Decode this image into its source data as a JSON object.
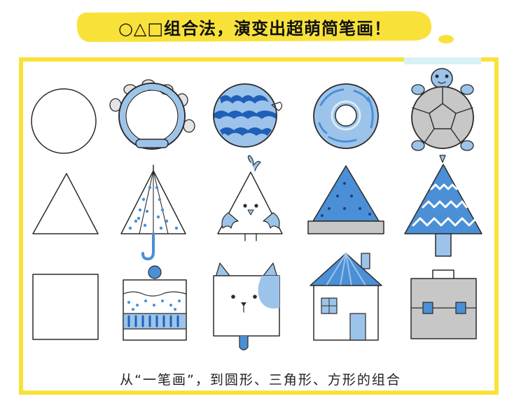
{
  "header": {
    "title": "○△□组合法，演变出超萌简笔画！"
  },
  "caption": "从“一笔画”，到圆形、三角形、方形的组合",
  "colors": {
    "banner": "#f8e23a",
    "frame": "#f8e23a",
    "blue_light": "#9cc4ea",
    "blue_mid": "#4b8fd6",
    "blue_dark": "#1f5fb8",
    "gray": "#c7c7c7",
    "outline": "#2b2b2b"
  },
  "rows": [
    {
      "shape": "circle",
      "drawings": [
        "circle-outline-icon",
        "tambourine-icon",
        "watermelon-ball-icon",
        "donut-icon",
        "turtle-icon"
      ]
    },
    {
      "shape": "triangle",
      "drawings": [
        "triangle-outline-icon",
        "umbrella-icon",
        "bird-icon",
        "watermelon-slice-icon",
        "pine-tree-icon"
      ]
    },
    {
      "shape": "square",
      "drawings": [
        "square-outline-icon",
        "cake-icon",
        "dog-icon",
        "house-icon",
        "briefcase-icon"
      ]
    }
  ]
}
